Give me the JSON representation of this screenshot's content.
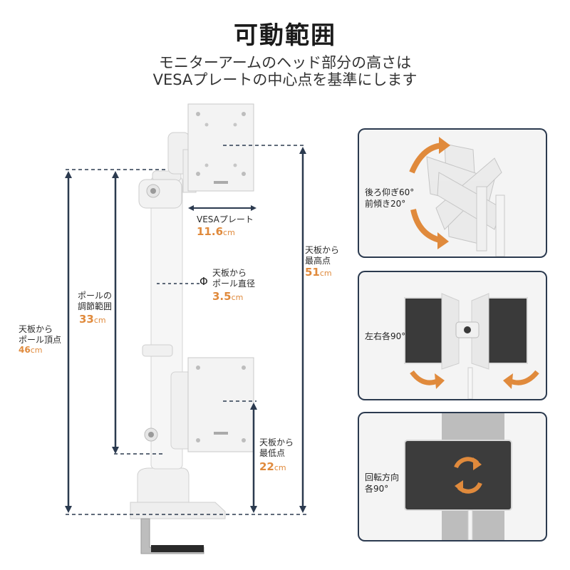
{
  "title": "可動範囲",
  "subtitle_line1": "モニターアームのヘッド部分の高さは",
  "subtitle_line2": "VESAプレートの中心点を基準にします",
  "vesa_plate": {
    "label": "VESAプレート",
    "value": "11.6",
    "unit": "cm"
  },
  "pole_diameter": {
    "symbol": "Φ",
    "label_line1": "天板から",
    "label_line2": "ポール直径",
    "value": "3.5",
    "unit": "cm"
  },
  "pole_adjust": {
    "label_line1": "ポールの",
    "label_line2": "調節範囲",
    "value": "33",
    "unit": "cm"
  },
  "pole_top": {
    "label_line1": "天板から",
    "label_line2": "ポール頂点",
    "value": "46",
    "unit": "cm"
  },
  "max_height": {
    "label_line1": "天板から",
    "label_line2": "最高点",
    "value": "51",
    "unit": "cm"
  },
  "min_height": {
    "label_line1": "天板から",
    "label_line2": "最低点",
    "value": "22",
    "unit": "cm"
  },
  "panels": {
    "tilt": {
      "line1": "後ろ仰ぎ60°",
      "line2": "前傾き20°"
    },
    "swivel": {
      "line1": "左右各90°"
    },
    "rotate": {
      "line1": "回転方向",
      "line2": "各90°"
    }
  },
  "colors": {
    "dimension_line": "#2b3a4f",
    "accent": "#e08a3c",
    "panel_border": "#2b3a4f"
  }
}
